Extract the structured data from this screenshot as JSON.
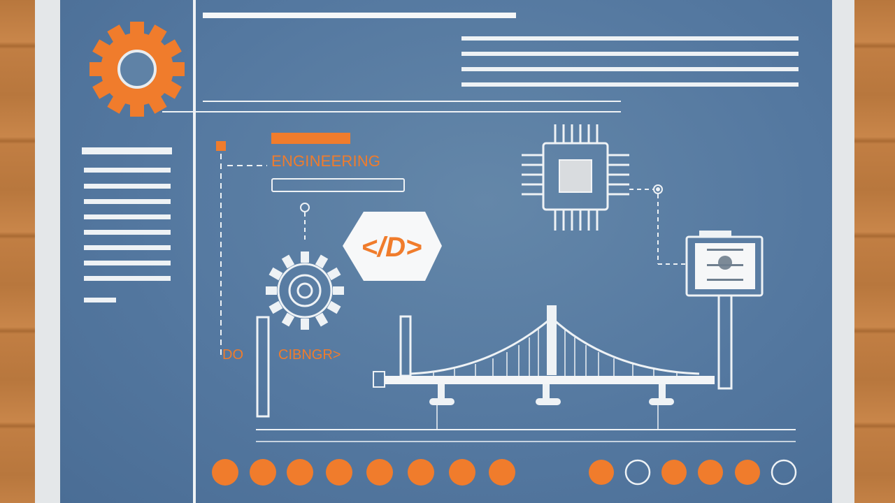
{
  "labels": {
    "engineering": "ENGINEERING",
    "code_tag": "</D>",
    "dc": "DO",
    "cbngr": "CIBNGR>"
  },
  "colors": {
    "panel": "#5478a0",
    "accent": "#f07c2c",
    "line": "#eef2f5",
    "frame": "#e4e7e9",
    "wood": "#b8773d"
  },
  "dots": {
    "left_group": [
      "filled",
      "filled",
      "filled",
      "filled",
      "filled",
      "filled",
      "filled",
      "filled"
    ],
    "right_group": [
      "filled",
      "outline",
      "filled",
      "filled",
      "filled",
      "outline"
    ]
  },
  "icons": [
    "gear-icon",
    "code-tag-icon",
    "microchip-icon",
    "bridge-icon",
    "signpost-icon"
  ]
}
